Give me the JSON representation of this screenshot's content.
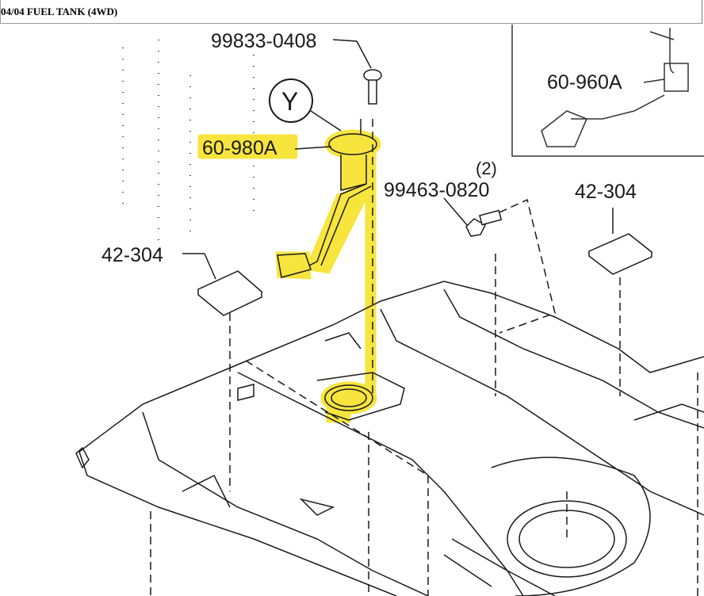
{
  "header": {
    "title": "04/04 FUEL TANK (4WD)"
  },
  "callouts": {
    "screw": "99833-0408",
    "view_marker": "Y",
    "fuel_pump": "60-980A",
    "sender": "60-960A",
    "bolt_qty": "(2)",
    "bolt": "99463-0820",
    "pad_left": "42-304",
    "pad_right": "42-304"
  },
  "colors": {
    "highlight": "#f7e32a",
    "line": "#1a1a1a",
    "detail_line": "#333333"
  }
}
